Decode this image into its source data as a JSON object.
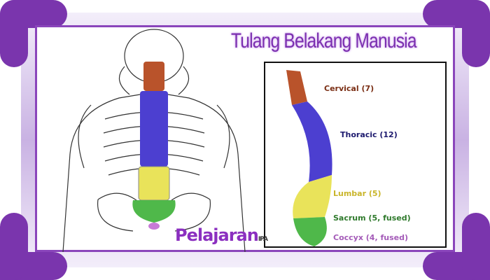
{
  "title": "Tulang Belakang Manusia",
  "labels": {
    "cervical": "Cervical (7)",
    "thoracic": "Thoracic (12)",
    "lumbar": "Lumbar (5)",
    "sacrum": "Sacrum (5, fused)",
    "coccyx": "Coccyx (4, fused)"
  },
  "logo": {
    "text": "Pelajaran",
    "sub": "IPA"
  },
  "colors": {
    "frame": "#7a35ad",
    "cervical": "#b9532b",
    "thoracic": "#4c3fd0",
    "lumbar": "#e9e35a",
    "sacrum": "#4fb84a",
    "coccyx": "#c77bd6"
  }
}
